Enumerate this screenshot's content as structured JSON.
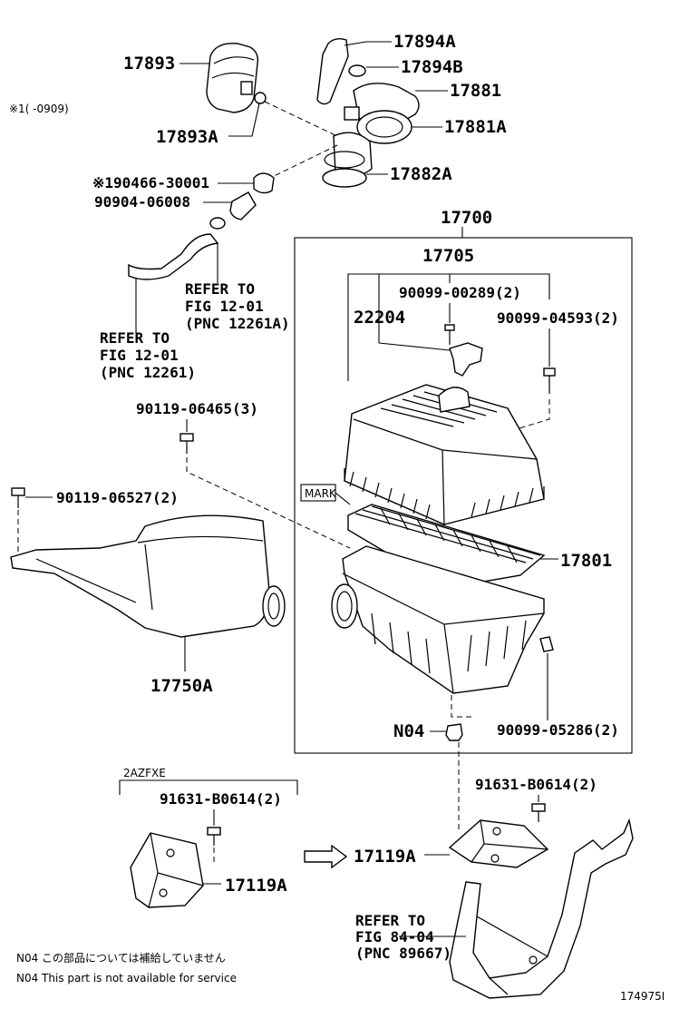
{
  "labels": {
    "p17893": "17893",
    "p17893A": "17893A",
    "p17894A": "17894A",
    "p17894B": "17894B",
    "p17881": "17881",
    "p17881A": "17881A",
    "p17882A": "17882A",
    "p190466": "※190466-30001",
    "p90904": "90904-06008",
    "note_range": "※1(      -0909)",
    "refer1_a": "REFER TO",
    "refer1_b": "FIG 12-01",
    "refer1_c": "(PNC 12261A)",
    "refer2_a": "REFER TO",
    "refer2_b": "FIG 12-01",
    "refer2_c": "(PNC 12261)",
    "p17700": "17700",
    "p17705": "17705",
    "p90099_00289": "90099-00289(2)",
    "p22204": "22204",
    "p90099_04593": "90099-04593(2)",
    "p90119_06465": "90119-06465(3)",
    "p90119_06527": "90119-06527(2)",
    "mark": "MARK",
    "p17801": "17801",
    "p17750A": "17750A",
    "pN04": "N04",
    "p90099_05286": "90099-05286(2)",
    "engine": "2AZFXE",
    "p91631_left": "91631-B0614(2)",
    "p91631_right": "91631-B0614(2)",
    "p17119A_left": "17119A",
    "p17119A_right": "17119A",
    "refer3_a": "REFER TO",
    "refer3_b": "FIG 84-04",
    "refer3_c": "(PNC 89667)",
    "note_jp": "N04 この部品については補給していません",
    "note_en": "N04 This part is not available for service",
    "diagram_id": "174975I"
  }
}
